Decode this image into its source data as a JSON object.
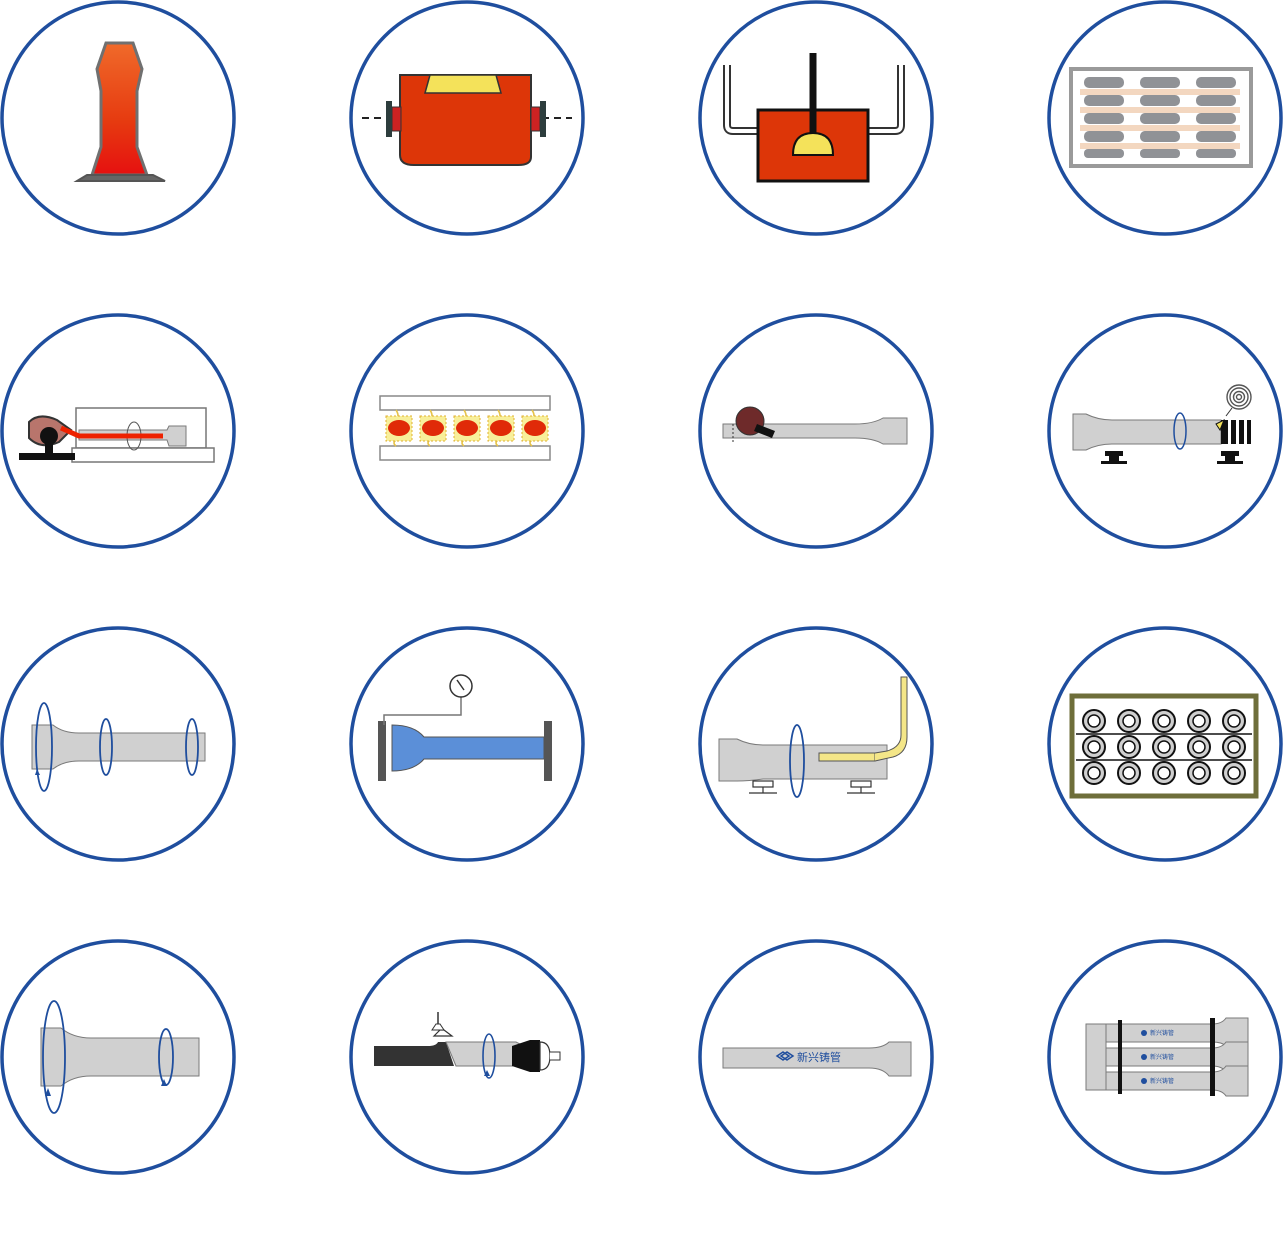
{
  "colors": {
    "ring": "#1f4e9e",
    "pipe": "#d0d0d0",
    "pipe_stroke": "#7a7a7a",
    "molten_red": "#dd3300",
    "flame_orange": "#f07020",
    "yellow": "#f4e25a",
    "dark": "#222222",
    "frame_olive": "#6e6e3a",
    "water_blue": "#5b8fd8"
  },
  "tiles": [
    {
      "id": "cupola-furnace",
      "icon": "furnace-icon"
    },
    {
      "id": "induction-furnace",
      "icon": "induction-furnace-icon"
    },
    {
      "id": "spheroidizing-ladle",
      "icon": "ladle-icon"
    },
    {
      "id": "core-storage",
      "icon": "core-rack-icon"
    },
    {
      "id": "centrifugal-casting",
      "icon": "casting-machine-icon"
    },
    {
      "id": "annealing-furnace",
      "icon": "annealing-icon"
    },
    {
      "id": "spigot-grinding",
      "icon": "grinder-icon"
    },
    {
      "id": "zinc-spraying",
      "icon": "zinc-spray-icon"
    },
    {
      "id": "cement-lining",
      "icon": "cement-lining-icon"
    },
    {
      "id": "hydrostatic-test",
      "icon": "pressure-test-icon"
    },
    {
      "id": "inner-coating",
      "icon": "inner-coating-icon"
    },
    {
      "id": "curing-stack",
      "icon": "pipe-stack-icon"
    },
    {
      "id": "outer-coating",
      "icon": "outer-coating-icon"
    },
    {
      "id": "socket-finishing",
      "icon": "socket-finishing-icon"
    },
    {
      "id": "marking",
      "icon": "marked-pipe-icon"
    },
    {
      "id": "bundling",
      "icon": "bundle-icon"
    }
  ],
  "logo": {
    "company_text": "新兴铸管",
    "bundle_label": "新兴铸管"
  }
}
